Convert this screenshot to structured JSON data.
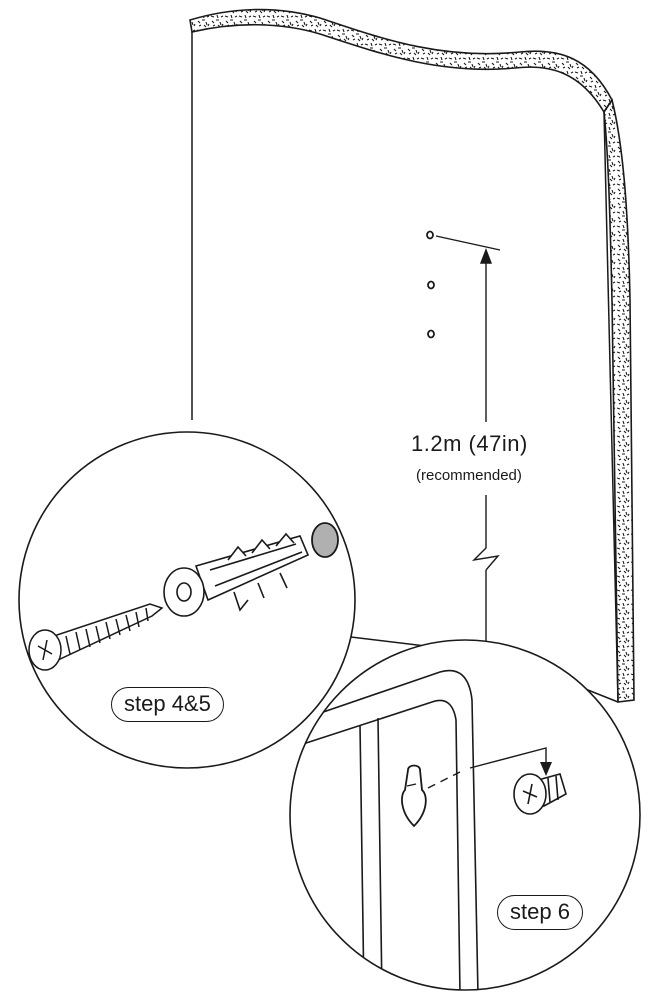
{
  "diagram": {
    "dimension": {
      "measurement": "1.2m  (47in)",
      "note": "(recommended)"
    },
    "steps": [
      {
        "label": "step 4&5"
      },
      {
        "label": "step 6"
      }
    ],
    "colors": {
      "line": "#1a1a1a",
      "wall_edge_texture": "#1a1a1a",
      "hole": "#b0b0b0",
      "background": "#ffffff"
    },
    "icons": [
      "wall-panel",
      "drill-hole-icon",
      "screw-icon",
      "wall-anchor-icon",
      "keyhole-slot-icon",
      "screw-head-icon",
      "down-arrow-icon"
    ]
  }
}
